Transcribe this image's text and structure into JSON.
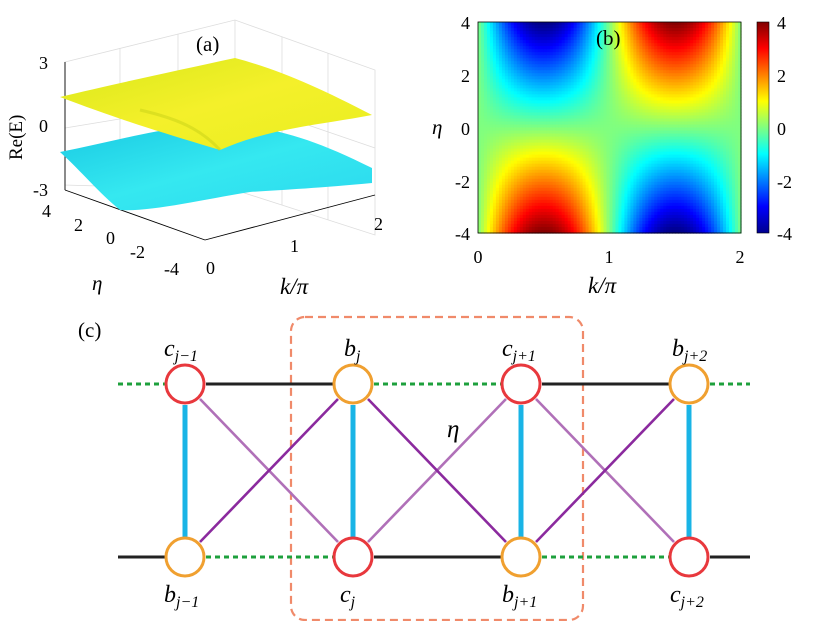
{
  "panels": {
    "a": {
      "label": "(a)"
    },
    "b": {
      "label": "(b)"
    },
    "c": {
      "label": "(c)"
    }
  },
  "chart_data": [
    {
      "type": "surface",
      "panel": "(a)",
      "zlabel": "Re(E)",
      "xlabel": "k/π",
      "ylabel": "η",
      "z_ticks": [
        "3",
        "0",
        "-3"
      ],
      "k_ticks": [
        "0",
        "1",
        "2"
      ],
      "eta_ticks": [
        "4",
        "2",
        "0",
        "-2",
        "-4"
      ],
      "xlim": [
        0,
        2
      ],
      "ylim": [
        -4,
        4
      ],
      "zlim": [
        -3,
        3
      ],
      "series": [
        {
          "description_color": "#e6f51e",
          "approx_value": 1.2
        },
        {
          "description_color": "#2ee6ee",
          "approx_value": -1.2
        }
      ]
    },
    {
      "type": "heatmap",
      "panel": "(b)",
      "xlabel": "k/π",
      "ylabel": "η",
      "xlim": [
        0,
        2
      ],
      "ylim": [
        -4,
        4
      ],
      "x_ticks": [
        "0",
        "1",
        "2"
      ],
      "y_ticks": [
        "4",
        "2",
        "0",
        "-2",
        "-4"
      ],
      "colorbar_ticks": [
        "4",
        "2",
        "0",
        "-2",
        "-4"
      ],
      "clim": [
        -4,
        4
      ],
      "colormap": "jet",
      "approx_function": "-eta*sin(pi*k)"
    }
  ],
  "lattice": {
    "top_row_labels": [
      "c",
      "b",
      "c",
      "b"
    ],
    "top_row_subs": [
      "j−1",
      "j",
      "j+1",
      "j+2"
    ],
    "bottom_row_labels": [
      "b",
      "c",
      "b",
      "c"
    ],
    "bottom_row_subs": [
      "j−1",
      "j",
      "j+1",
      "j+2"
    ],
    "eta_label": "η",
    "colors": {
      "c_site": "#e8383d",
      "b_site": "#f0a030",
      "rung": "#19b4e6",
      "diag_dark": "#8b2a9e",
      "diag_light": "#b070b8",
      "solid_bond": "#222222",
      "dashed_bond": "#1ea03c",
      "unit_cell": "#f08a6a"
    }
  }
}
